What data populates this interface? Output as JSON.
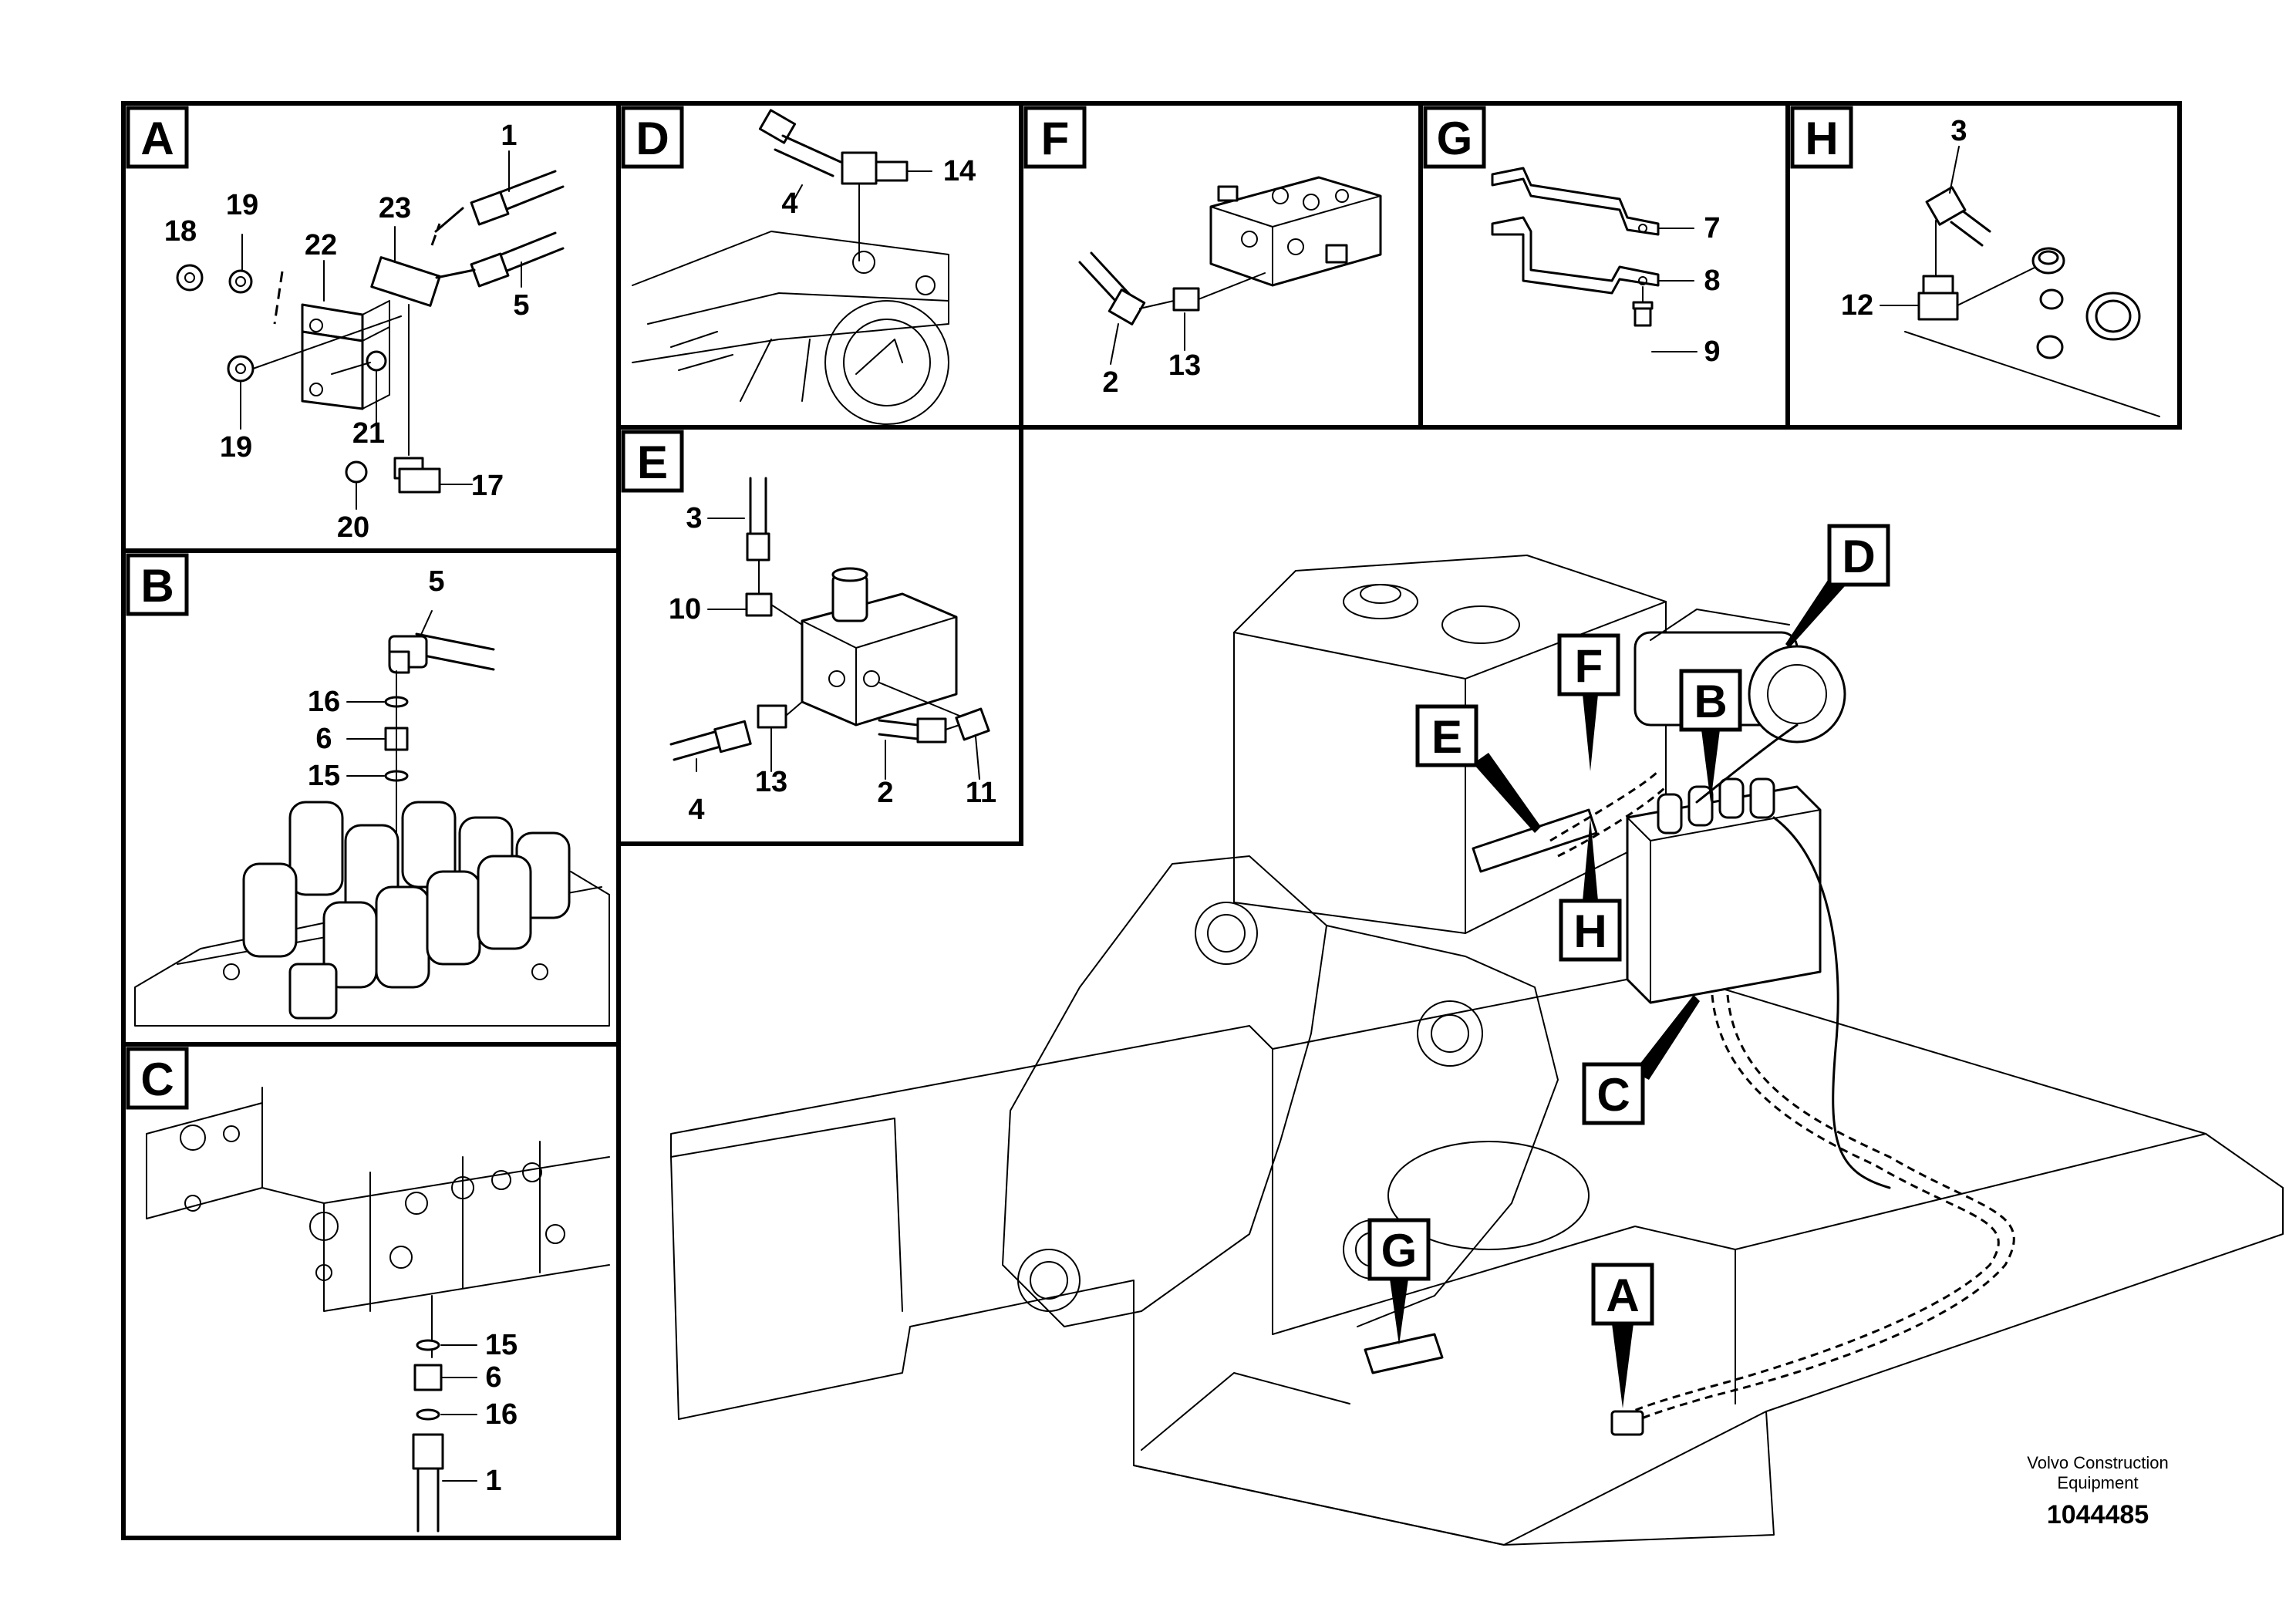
{
  "panels": {
    "A": {
      "letter": "A",
      "labels": [
        "1",
        "18",
        "19",
        "23",
        "22",
        "5",
        "19",
        "21",
        "17",
        "20"
      ]
    },
    "B": {
      "letter": "B",
      "labels": [
        "5",
        "16",
        "6",
        "15"
      ]
    },
    "C": {
      "letter": "C",
      "labels": [
        "15",
        "6",
        "16",
        "1"
      ]
    },
    "D": {
      "letter": "D",
      "labels": [
        "14",
        "4"
      ]
    },
    "E": {
      "letter": "E",
      "labels": [
        "3",
        "10",
        "4",
        "13",
        "2",
        "11"
      ]
    },
    "F": {
      "letter": "F",
      "labels": [
        "2",
        "13"
      ]
    },
    "G": {
      "letter": "G",
      "labels": [
        "7",
        "8",
        "9"
      ]
    },
    "H": {
      "letter": "H",
      "labels": [
        "3",
        "12"
      ]
    }
  },
  "callouts": [
    "D",
    "F",
    "B",
    "E",
    "H",
    "C",
    "G",
    "A"
  ],
  "brand": {
    "line1": "Volvo Construction",
    "line2": "Equipment",
    "drawing_number": "1044485"
  }
}
